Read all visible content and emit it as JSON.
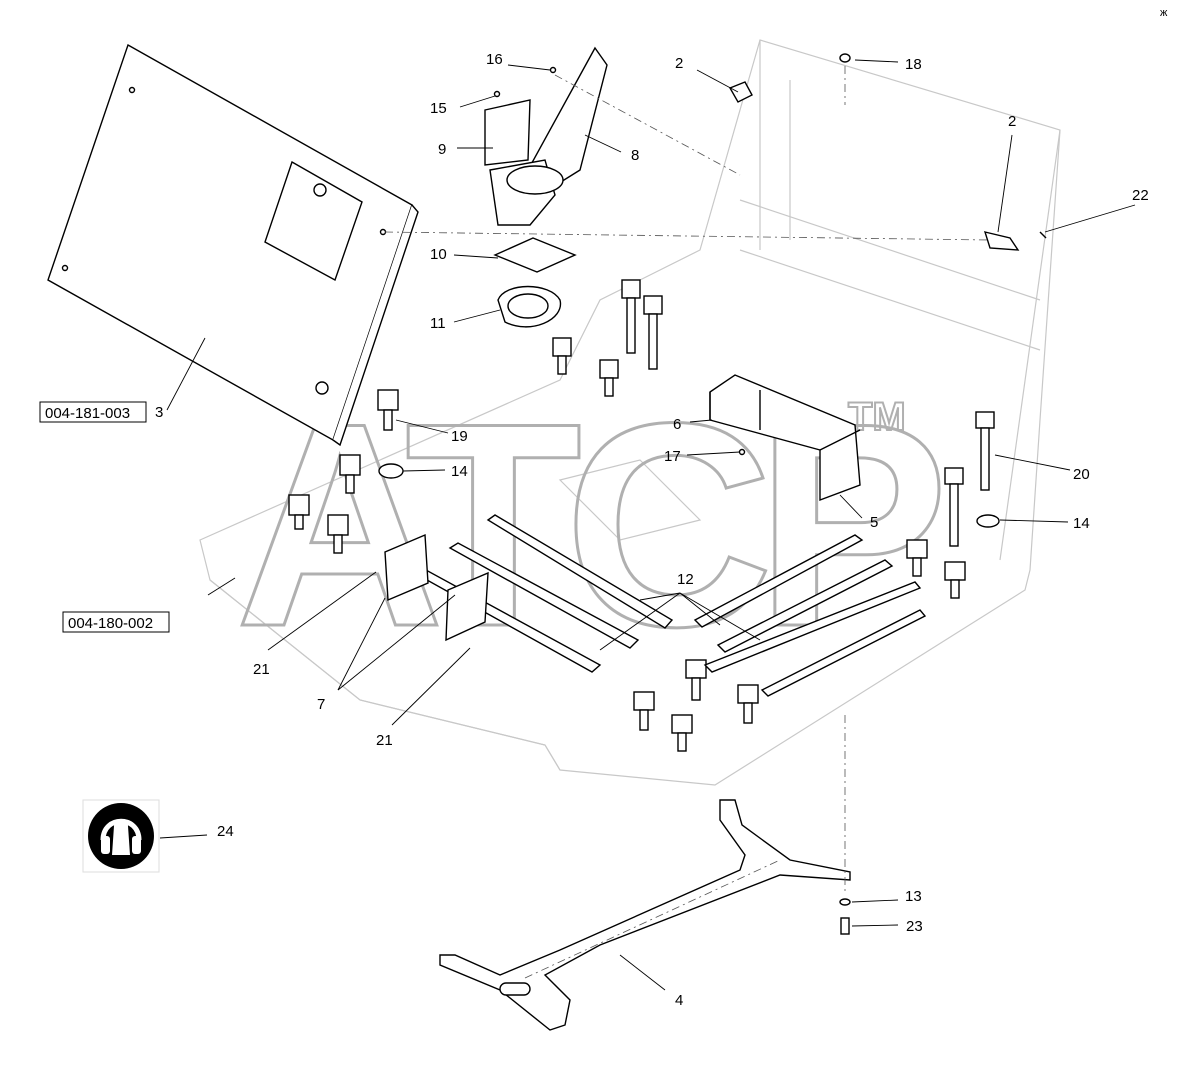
{
  "diagram": {
    "watermark": "ATCP",
    "watermark_mark": "TM",
    "corner_mark": "ж",
    "reference_boxes": [
      {
        "id": "ref-upper",
        "text": "004-181-003"
      },
      {
        "id": "ref-lower",
        "text": "004-180-002"
      }
    ],
    "callouts": {
      "c2a": "2",
      "c2b": "2",
      "c3": "3",
      "c4": "4",
      "c5": "5",
      "c6": "6",
      "c7": "7",
      "c8": "8",
      "c9": "9",
      "c10": "10",
      "c11": "11",
      "c12": "12",
      "c13": "13",
      "c14a": "14",
      "c14b": "14",
      "c15": "15",
      "c16": "16",
      "c17": "17",
      "c18": "18",
      "c19": "19",
      "c20": "20",
      "c21a": "21",
      "c21b": "21",
      "c22": "22",
      "c23": "23",
      "c24": "24"
    }
  }
}
